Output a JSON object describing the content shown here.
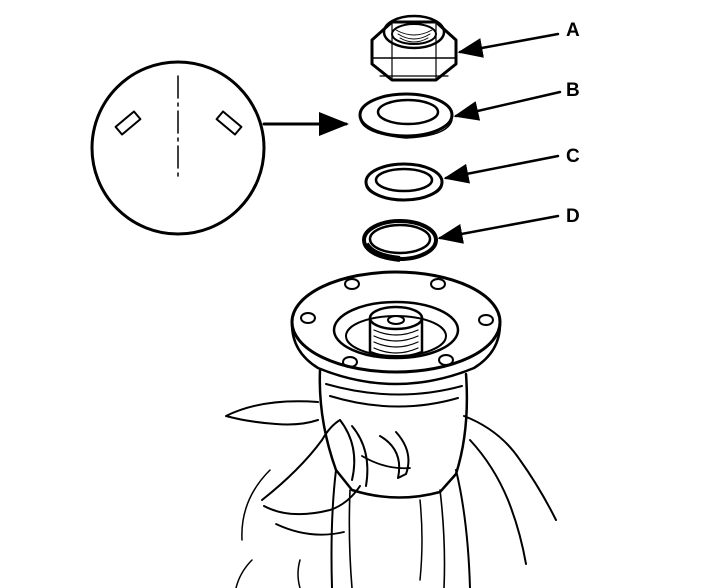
{
  "callouts": {
    "a": {
      "label": "A",
      "part": "nut"
    },
    "b": {
      "label": "B",
      "part": "flat washer"
    },
    "c": {
      "label": "C",
      "part": "ring"
    },
    "d": {
      "label": "D",
      "part": "o-ring"
    }
  },
  "colors": {
    "ink": "#000000",
    "paper": "#ffffff"
  }
}
